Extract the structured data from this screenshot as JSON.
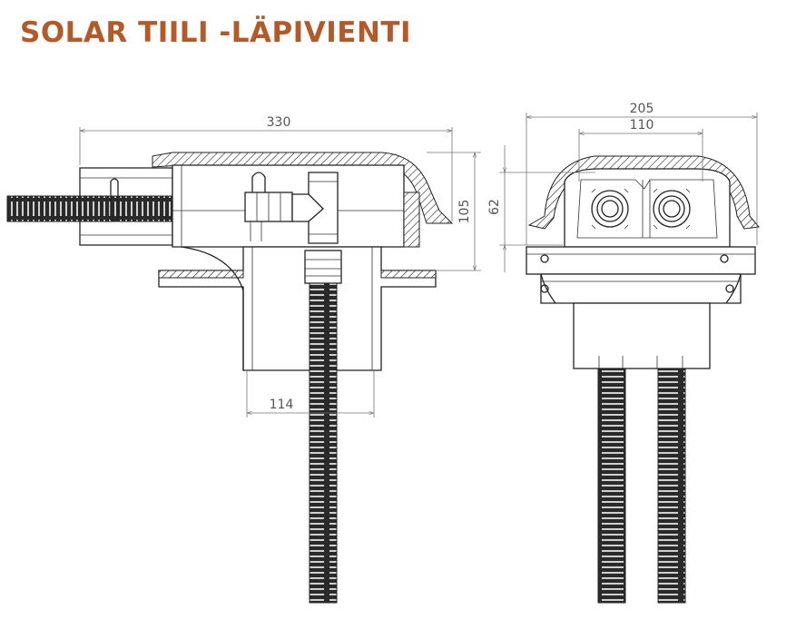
{
  "title": "SOLAR TIILI -LÄPIVIENTI",
  "colors": {
    "title": "#b35a2a",
    "line": "#222222",
    "dimension": "#777777"
  },
  "dimensions": {
    "side_width": "330",
    "side_height": "105",
    "side_pipe": "114",
    "front_width": "205",
    "front_inner": "110",
    "front_height": "62"
  }
}
